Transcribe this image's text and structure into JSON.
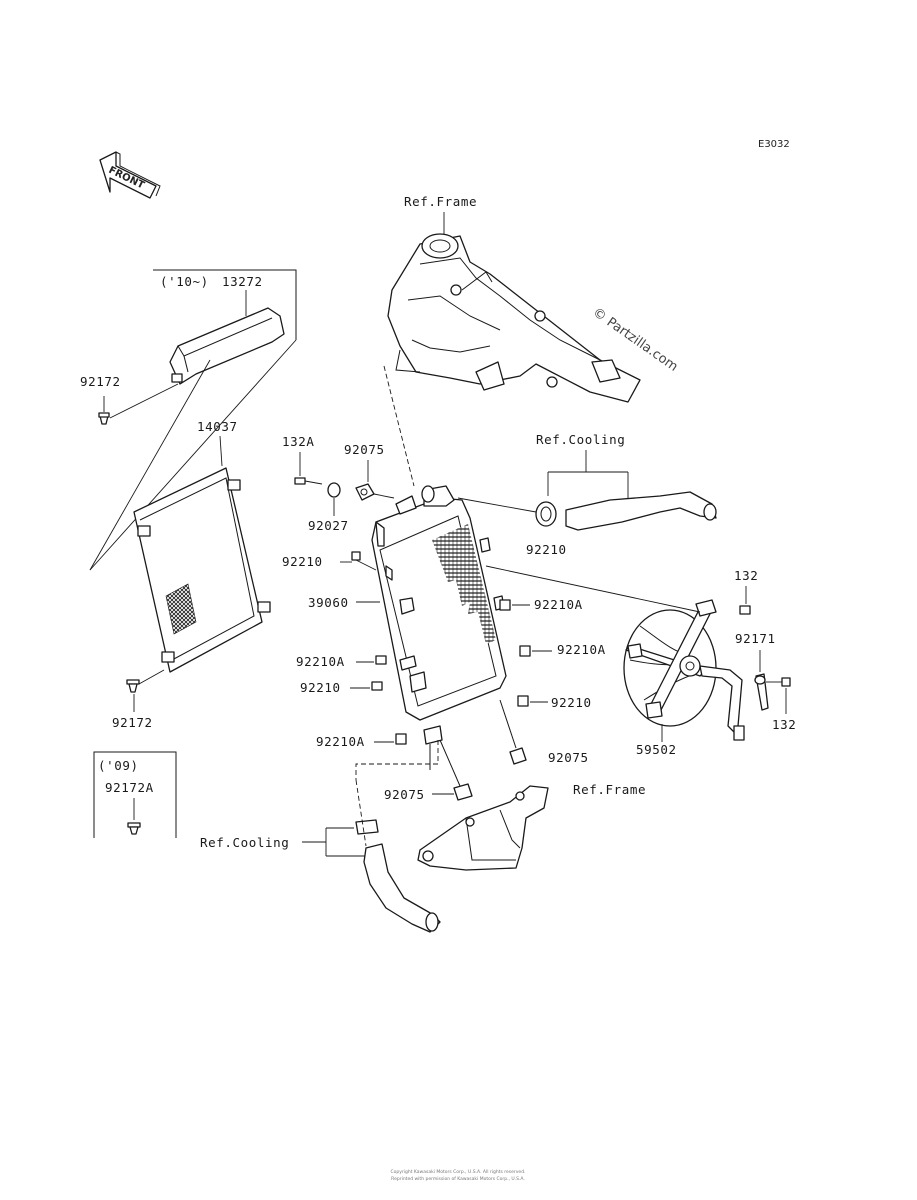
{
  "diagram": {
    "code": "E3032",
    "watermark": "© Partzilla.com",
    "front_arrow_label": "FRONT",
    "footer_line1": "Copyright Kawasaki Motors Corp., U.S.A. All rights reserved.",
    "footer_line2": "Reprinted with permission of Kawasaki Motors Corp., U.S.A.",
    "variants": {
      "upper": "('10~)",
      "lower": "('09)"
    },
    "refs": {
      "frame_top": "Ref.Frame",
      "frame_bottom": "Ref.Frame",
      "cooling_upper": "Ref.Cooling",
      "cooling_lower": "Ref.Cooling"
    },
    "parts": {
      "p13272": "13272",
      "p92172_top": "92172",
      "p14037": "14037",
      "p92172_bottom": "92172",
      "p92172A": "92172A",
      "p132A": "132A",
      "p92075_top": "92075",
      "p92027": "92027",
      "p92210_a": "92210",
      "p39060": "39060",
      "p92210A_left": "92210A",
      "p92210_b": "92210",
      "p92210A_bottom": "92210A",
      "p92075_bottom": "92075",
      "p92210_hose": "92210",
      "p92210A_r1": "92210A",
      "p92210A_r2": "92210A",
      "p92210_r3": "92210",
      "p92075_r": "92075",
      "p132_top": "132",
      "p92171": "92171",
      "p132_side": "132",
      "p59502": "59502"
    }
  }
}
